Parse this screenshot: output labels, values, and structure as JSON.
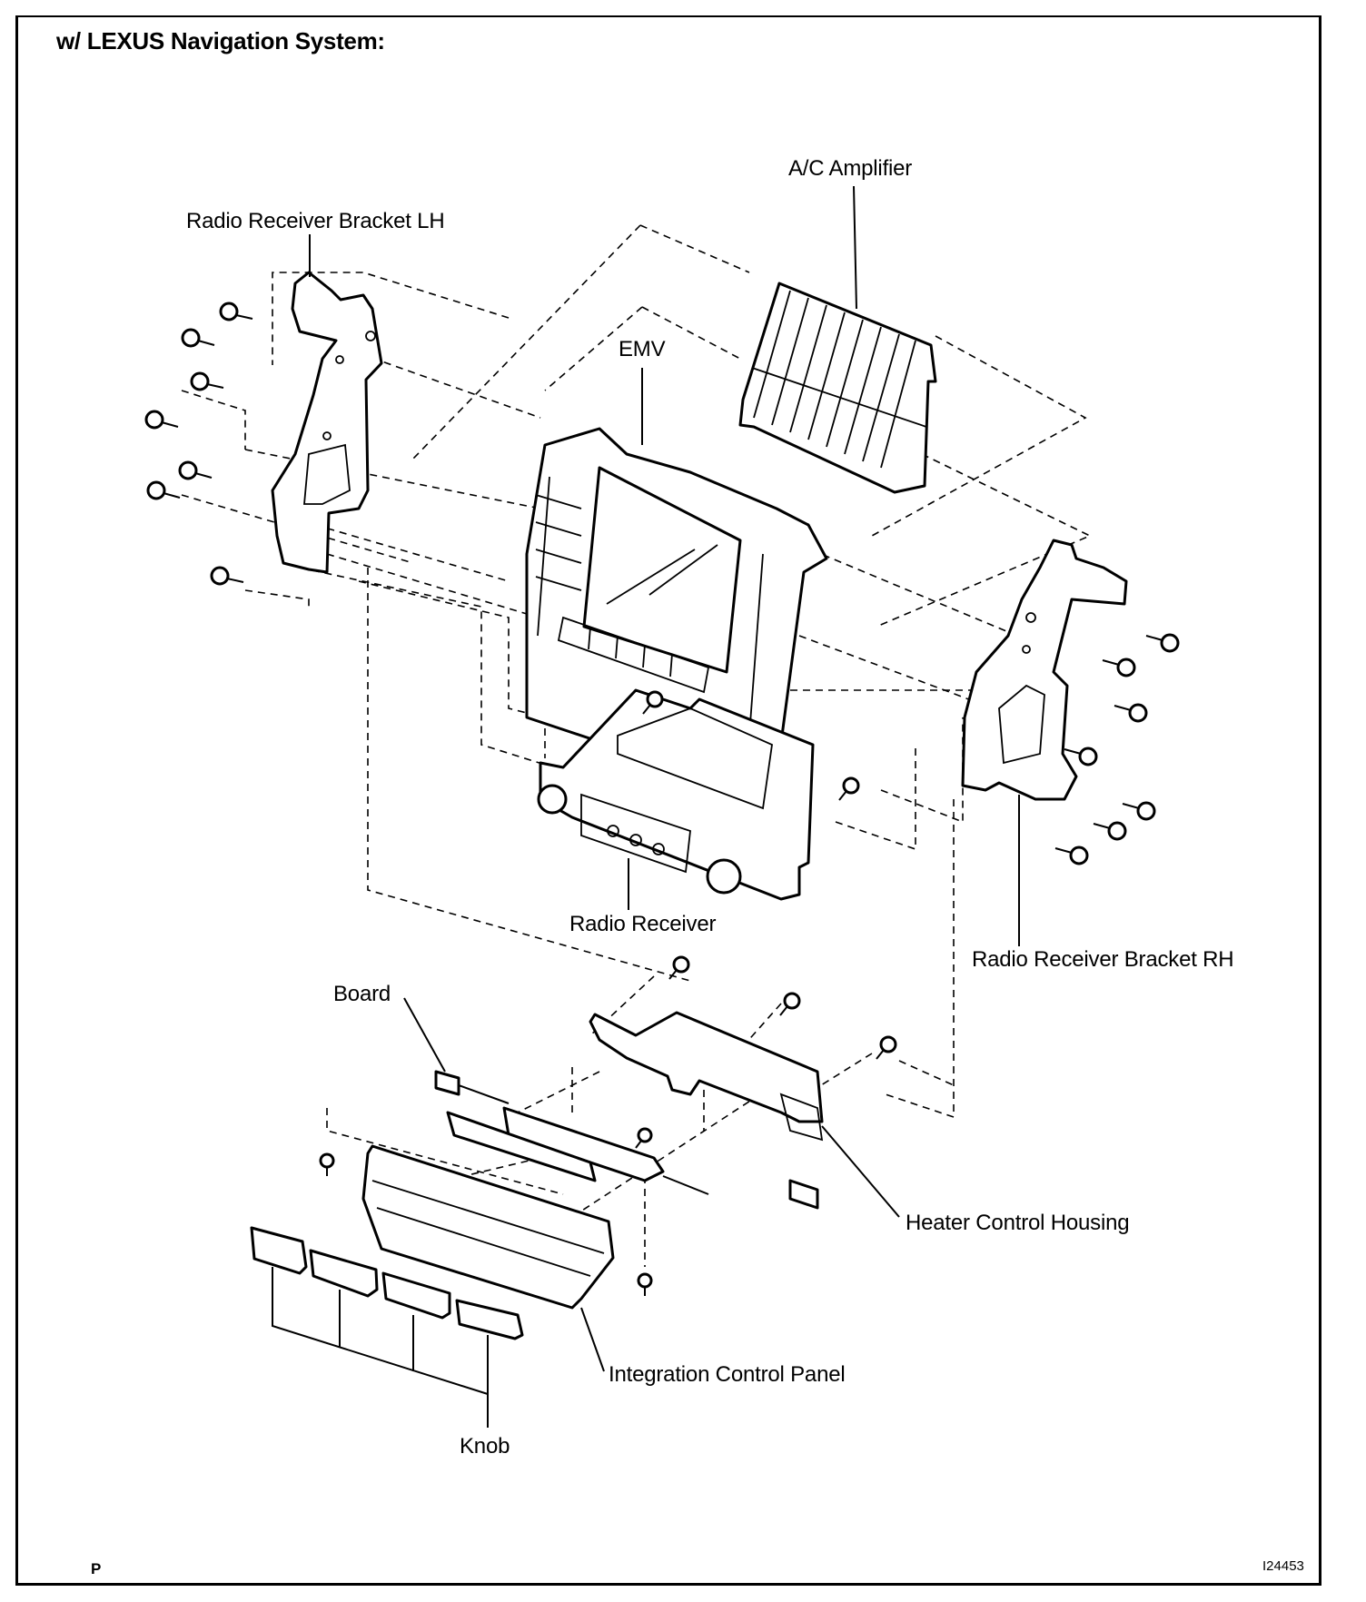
{
  "title": "w/ LEXUS Navigation System:",
  "labels": {
    "ac_amplifier": "A/C Amplifier",
    "bracket_lh": "Radio Receiver Bracket LH",
    "emv": "EMV",
    "radio_receiver": "Radio Receiver",
    "bracket_rh": "Radio Receiver Bracket RH",
    "board": "Board",
    "heater_control_housing": "Heater Control Housing",
    "integration_control_panel": "Integration Control Panel",
    "knob": "Knob"
  },
  "footer": {
    "left_mark": "P",
    "figure_id": "I24453"
  }
}
